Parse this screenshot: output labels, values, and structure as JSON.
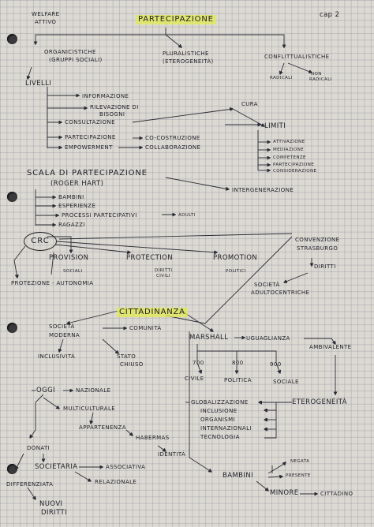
{
  "header": {
    "title": "PARTECIPAZIONE",
    "chapter": "cap 2",
    "welfare": "WELFARE",
    "attivo": "ATTIVO"
  },
  "types": {
    "organicistiche": "ORGANICISTICHE",
    "gruppi": "(GRUPPI SOCIALI)",
    "pluralistiche": "PLURALISTICHE",
    "eterogeneita": "(ETEROGENEITÀ)",
    "conflittualistiche": "CONFLITTUALISTICHE",
    "radicali": "RADICALI",
    "non": "NON",
    "radicali2": "RADICALI"
  },
  "livelli": {
    "title": "LIVELLI",
    "items": [
      "INFORMAZIONE",
      "RILEVAZIONE DI",
      "BISOGNI",
      "CONSULTAZIONE",
      "PARTECIPAZIONE",
      "EMPOWERMENT"
    ],
    "coconstruzione": "CO-COSTRUZIONE",
    "collaborazione": "COLLABORAZIONE",
    "cura": "CURA"
  },
  "limiti": {
    "title": "LIMITI",
    "items": [
      "ATTIVAZIONE",
      "MEDIAZIONE",
      "COMPETENZE",
      "PARTECIPAZIONE",
      "CONSIDERAZIONE"
    ]
  },
  "scala": {
    "title": "SCALA DI PARTECIPAZIONE",
    "author": "(ROGER HART)",
    "intergen": "INTERGENERAZIONE",
    "items": [
      "BAMBINI",
      "ESPERIENZE",
      "PROCESSI PARTECIPATIVI",
      "RAGAZZI"
    ],
    "adulti": "ADULTI"
  },
  "crc": {
    "label": "CRC",
    "provision": "PROVISION",
    "sociali": "SOCIALI",
    "protection": "PROTECTION",
    "diritti": "DIRITTI",
    "civili": "CIVILI",
    "promotion": "PROMOTION",
    "politici": "POLITICI",
    "protezione": "PROTEZIONE - AUTONOMIA",
    "convenzione": "CONVENZIONE",
    "strasburgo": "STRASBURGO",
    "diritti2": "DIRITTI",
    "societa": "SOCIETÀ",
    "adultocentriche": "ADULTOCENTRICHE"
  },
  "cittadinanza": {
    "title": "CITTADINANZA",
    "societa": "SOCIETÀ",
    "moderna": "MODERNA",
    "inclusivita": "INCLUSIVITÀ",
    "comunita": "COMUNITÀ",
    "stato": "STATO",
    "chiuso": "CHIUSO",
    "marshall": "MARSHALL",
    "uguaglianza": "UGUAGLIANZA",
    "ambivalente": "AMBIVALENTE",
    "c700": "700",
    "c800": "800",
    "c900": "900",
    "civile": "CIVILE",
    "politica": "POLITICA",
    "sociale": "SOCIALE",
    "eterogeneita": "ETEROGENEITÀ",
    "globalizzazione": "GLOBALIZZAZIONE",
    "inclusione": "INCLUSIONE",
    "organismi": "ORGANISMI",
    "internazionali": "INTERNAZIONALI",
    "tecnologia": "TECNOLOGIA",
    "oggi": "OGGI",
    "nazionale": "NAZIONALE",
    "multiculturale": "MULTICULTURALE",
    "appartenenza": "APPARTENENZA",
    "habermas": "HABERMAS",
    "identita": "IDENTITÀ",
    "donati": "DONATI",
    "societaria": "SOCIETARIA",
    "associativa": "ASSOCIATIVA",
    "relazionale": "RELAZIONALE",
    "differenziata": "DIFFERENZIATA",
    "nuovi": "NUOVI",
    "diritti": "DIRITTI",
    "bambini": "BAMBINI",
    "negata": "NEGATA",
    "presente": "PRESENTE",
    "minore": "MINORE",
    "cittadino": "CITTADINO"
  }
}
